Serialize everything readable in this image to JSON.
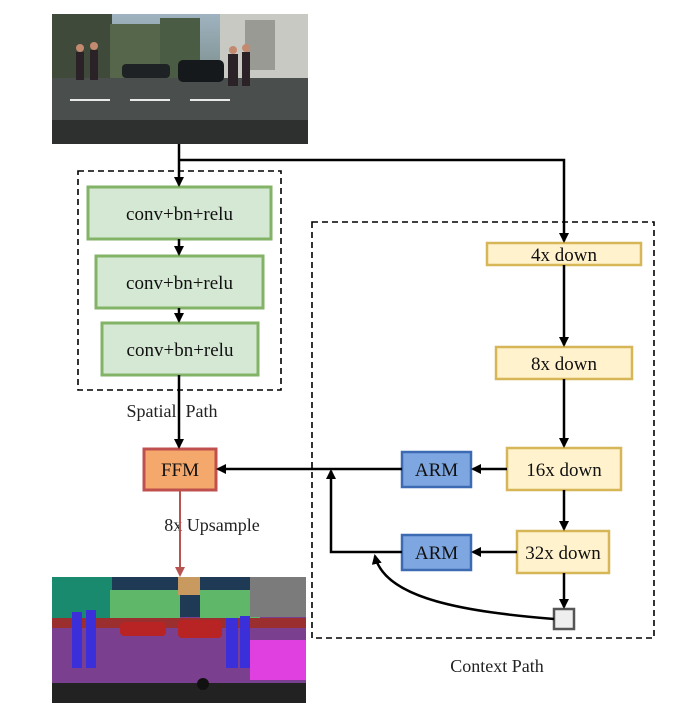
{
  "images": {
    "input_photo": {
      "description_visible": false
    },
    "segmentation_output": {
      "description_visible": false
    }
  },
  "spatial_path": {
    "label": "Spatial  Path",
    "blocks": [
      "conv+bn+relu",
      "conv+bn+relu",
      "conv+bn+relu"
    ]
  },
  "context_path": {
    "label": "Context Path",
    "down_blocks": [
      "4x down",
      "8x down",
      "16x down",
      "32x down"
    ],
    "arm_blocks": [
      "ARM",
      "ARM"
    ]
  },
  "ffm": {
    "label": "FFM"
  },
  "upsample": {
    "label": "8x Upsample"
  },
  "colors": {
    "green_fill": "#d5e8d4",
    "green_stroke": "#82b366",
    "yellow_fill": "#fff2cc",
    "yellow_stroke": "#d6b656",
    "blue_fill": "#7ea6e0",
    "blue_stroke": "#3d6bb3",
    "orange_fill": "#f5a86b",
    "orange_stroke": "#c0504d",
    "upsample_arrow": "#b85450"
  }
}
